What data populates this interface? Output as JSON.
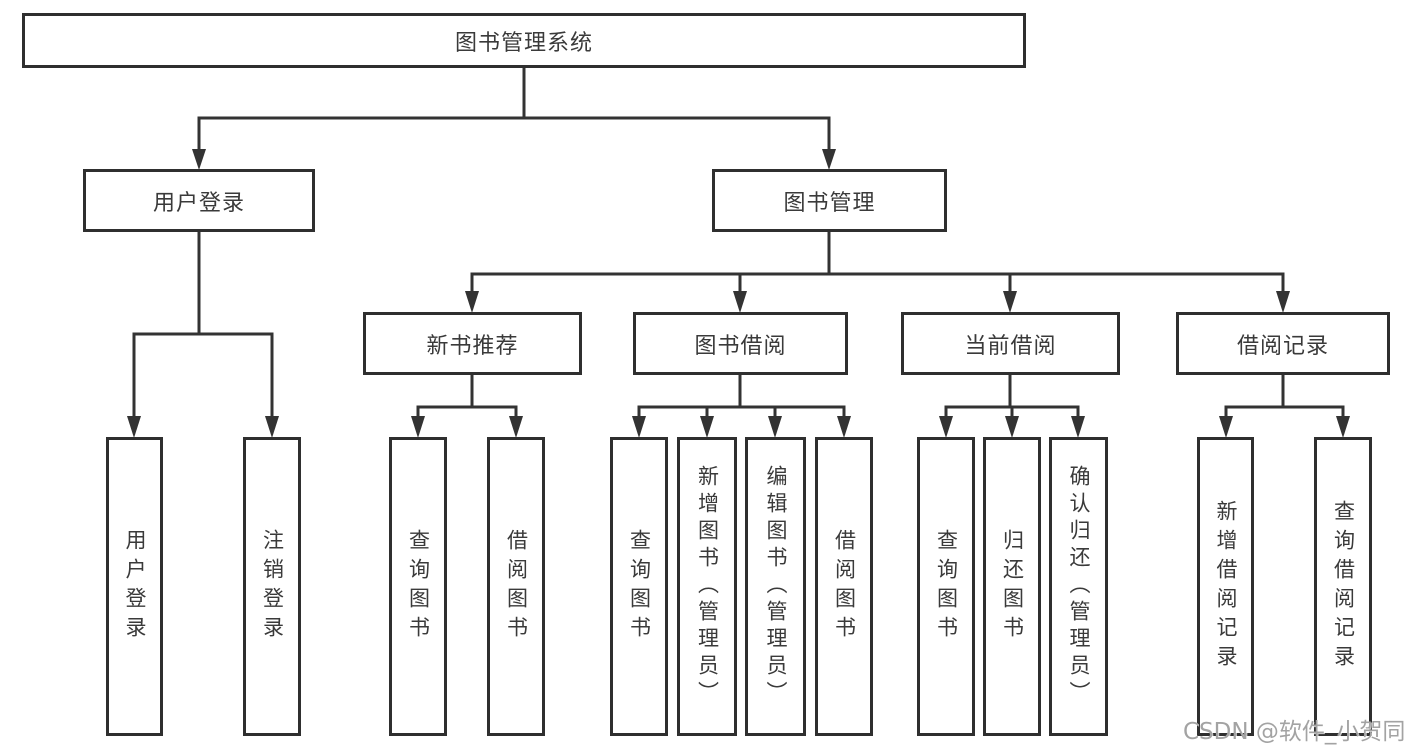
{
  "colors": {
    "line": "#333333",
    "border": "#2f2f2f",
    "text": "#3a3a3a",
    "watermark": "#a3a3a3",
    "background": "#ffffff"
  },
  "diagram": {
    "root": {
      "label": "图书管理系统"
    },
    "branches": [
      {
        "label": "用户登录"
      },
      {
        "label": "图书管理"
      }
    ],
    "categories": [
      {
        "label": "新书推荐"
      },
      {
        "label": "图书借阅"
      },
      {
        "label": "当前借阅"
      },
      {
        "label": "借阅记录"
      }
    ],
    "leaves": [
      {
        "label": "用户登录"
      },
      {
        "label": "注销登录"
      },
      {
        "label": "查询图书"
      },
      {
        "label": "借阅图书"
      },
      {
        "label": "查询图书"
      },
      {
        "label": "新增图书（管理员）"
      },
      {
        "label": "编辑图书（管理员）"
      },
      {
        "label": "借阅图书"
      },
      {
        "label": "查询图书"
      },
      {
        "label": "归还图书"
      },
      {
        "label": "确认归还（管理员）"
      },
      {
        "label": "新增借阅记录"
      },
      {
        "label": "查询借阅记录"
      }
    ]
  },
  "watermark": {
    "text": "CSDN @软件_小贺同学"
  }
}
